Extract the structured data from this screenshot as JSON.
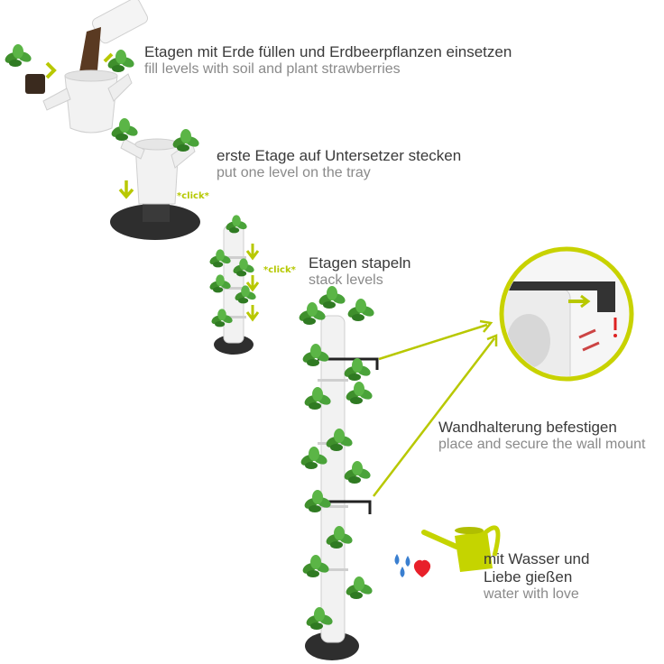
{
  "steps": [
    {
      "de": "Etagen mit Erde füllen und Erdbeerpflanzen einsetzen",
      "en": "fill levels with soil and plant strawberries"
    },
    {
      "de": "erste Etage auf Untersetzer stecken",
      "en": "put one level on the tray"
    },
    {
      "de": "Etagen stapeln",
      "en": "stack levels"
    },
    {
      "de": "Wandhalterung befestigen",
      "en": "place and secure the wall mount"
    },
    {
      "de": "mit Wasser und Liebe gießen",
      "en": "water with love"
    }
  ],
  "click_label": "*click*",
  "colors": {
    "accent": "#b8c800",
    "pot": "#f2f2f2",
    "tray": "#2e2e2e",
    "leaf": "#3f8f2c",
    "text_de": "#3a3a3a",
    "text_en": "#8a8a8a",
    "heart": "#e8202a",
    "water_drop": "#3a7fd0"
  },
  "icons": [
    "soil-bag-icon",
    "strawberry-plant-icon",
    "plant-pot-icon",
    "tray-icon",
    "tower-icon",
    "wall-mount-icon",
    "watering-can-icon",
    "heart-icon",
    "water-drop-icon",
    "screw-icon",
    "arrow-down-icon"
  ]
}
